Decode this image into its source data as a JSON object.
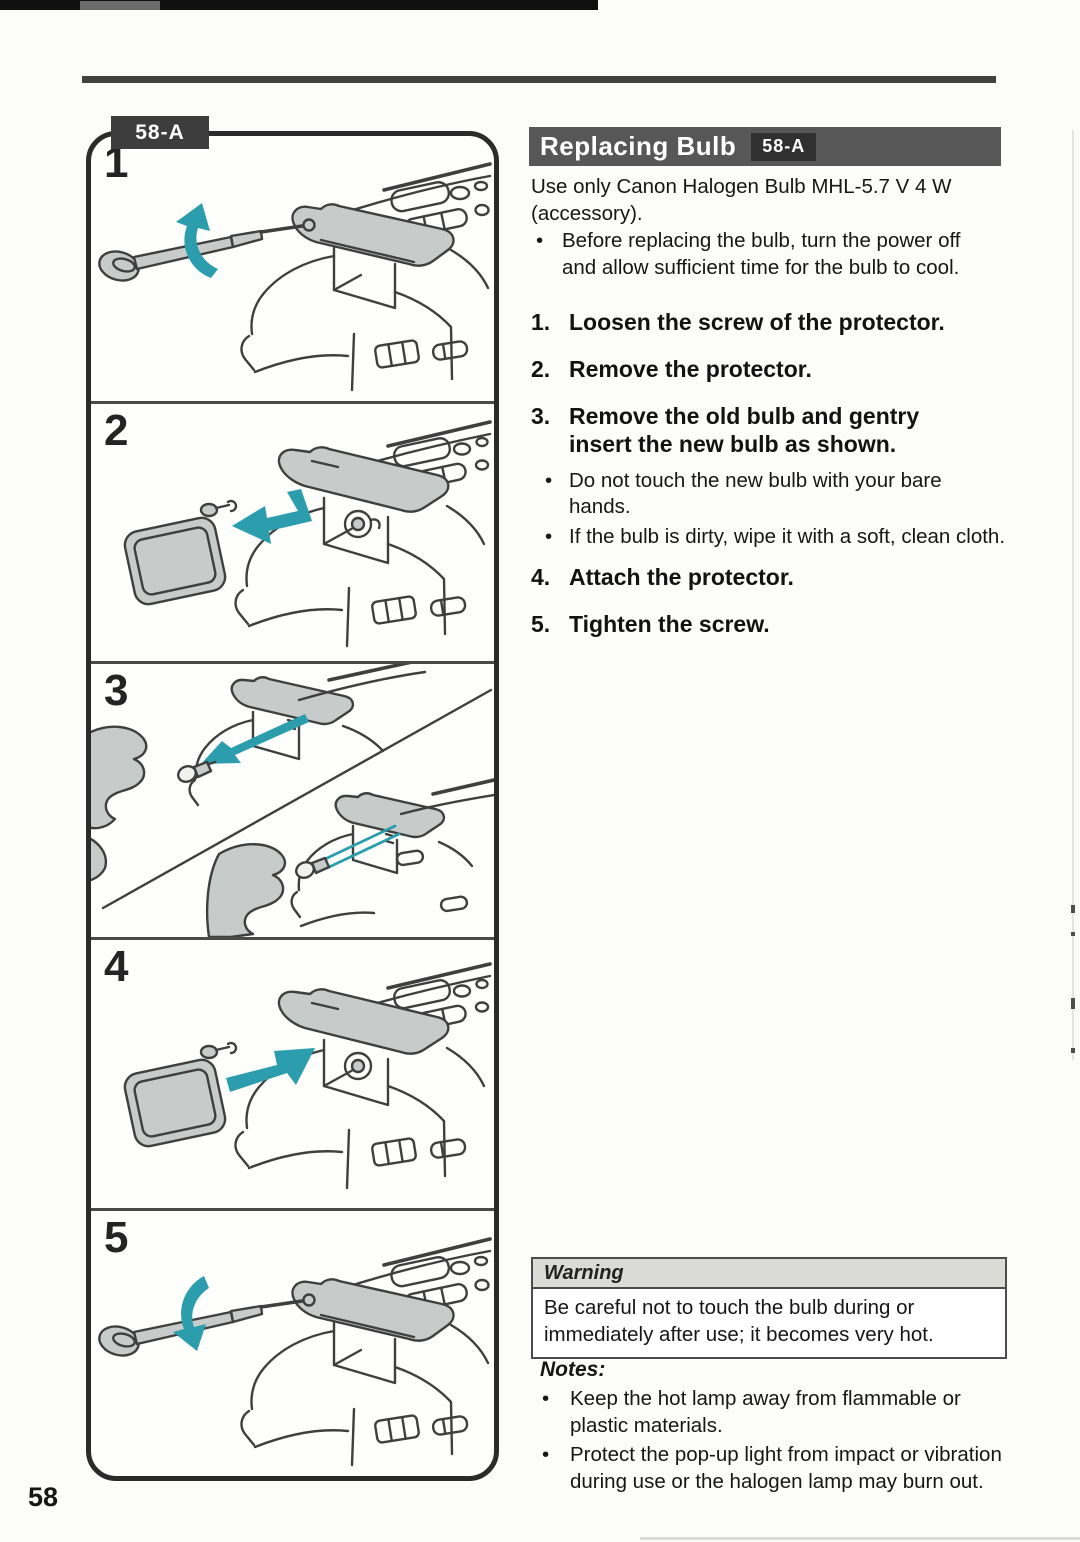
{
  "page": {
    "number": "58"
  },
  "figure": {
    "tag": "58-A",
    "panels": [
      {
        "num": "1"
      },
      {
        "num": "2"
      },
      {
        "num": "3"
      },
      {
        "num": "4"
      },
      {
        "num": "5"
      }
    ]
  },
  "article": {
    "title": "Replacing Bulb",
    "title_tag": "58-A",
    "intro": "Use only Canon Halogen Bulb MHL-5.7 V 4 W (accessory).",
    "intro_bullet": "Before replacing the bulb, turn the power off and allow sufficient time for the bulb to cool.",
    "bullet_char": "•",
    "steps": [
      {
        "num": "1.",
        "text": "Loosen the screw of the protector."
      },
      {
        "num": "2.",
        "text": "Remove the protector."
      },
      {
        "num": "3.",
        "text": "Remove the old bulb and gentry insert the new bulb as shown."
      },
      {
        "num": "4.",
        "text": "Attach the protector."
      },
      {
        "num": "5.",
        "text": "Tighten the screw."
      }
    ],
    "step3_bullets": [
      "Do not touch the new bulb with your bare hands.",
      "If the bulb is dirty, wipe it with a soft, clean cloth."
    ],
    "warning": {
      "label": "Warning",
      "text": "Be careful not to touch the bulb during or immediately after use; it becomes very hot."
    },
    "notes": {
      "label": "Notes:",
      "items": [
        "Keep the hot lamp away from flammable or plastic materials.",
        "Protect the pop-up light from impact or vibration during use or the halogen lamp may burn out."
      ]
    }
  },
  "colors": {
    "accent_teal_arrow": "#2b9dac",
    "title_bar_gray": "#575757",
    "badge_dark": "#303030",
    "figure_border": "#2b2b2b"
  }
}
